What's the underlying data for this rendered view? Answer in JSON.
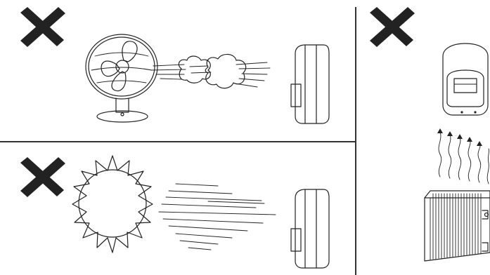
{
  "colors": {
    "background": "#ffffff",
    "line": "#222222",
    "cross_mark": "#222222",
    "divider": "#333333"
  },
  "panels": [
    {
      "id": "fan-airflow",
      "forbidden": true,
      "icons": [
        "cross-mark-icon",
        "electric-fan-icon",
        "air-gust-icon",
        "motion-sensor-side-icon"
      ]
    },
    {
      "id": "direct-sunlight",
      "forbidden": true,
      "icons": [
        "cross-mark-icon",
        "sun-icon",
        "sun-rays-icon",
        "motion-sensor-side-icon"
      ]
    },
    {
      "id": "heat-source",
      "forbidden": true,
      "icons": [
        "cross-mark-icon",
        "motion-sensor-front-icon",
        "rising-heat-icon",
        "radiator-icon"
      ]
    }
  ]
}
